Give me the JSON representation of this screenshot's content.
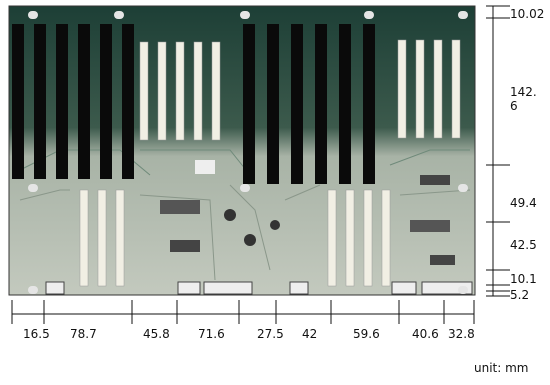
{
  "figure": {
    "unit_label": "unit: mm"
  },
  "horizontal_dimensions": [
    "16.5",
    "78.7",
    "45.8",
    "71.6",
    "27.5",
    "42",
    "59.6",
    "40.6",
    "32.8"
  ],
  "vertical_dimensions": [
    "10.02",
    "142.\n6",
    "49.4",
    "42.5",
    "10.1",
    "5.2"
  ],
  "colors": {
    "board_top": "#1d3f36",
    "board_bottom": "#b8c0b5",
    "slot_black": "#0a0a0a",
    "slot_white": "#f1efe4",
    "dim_line": "#111111"
  },
  "icons": [
    "pcb-board",
    "isa-slot",
    "pci-slot",
    "mounting-hole",
    "connector"
  ]
}
